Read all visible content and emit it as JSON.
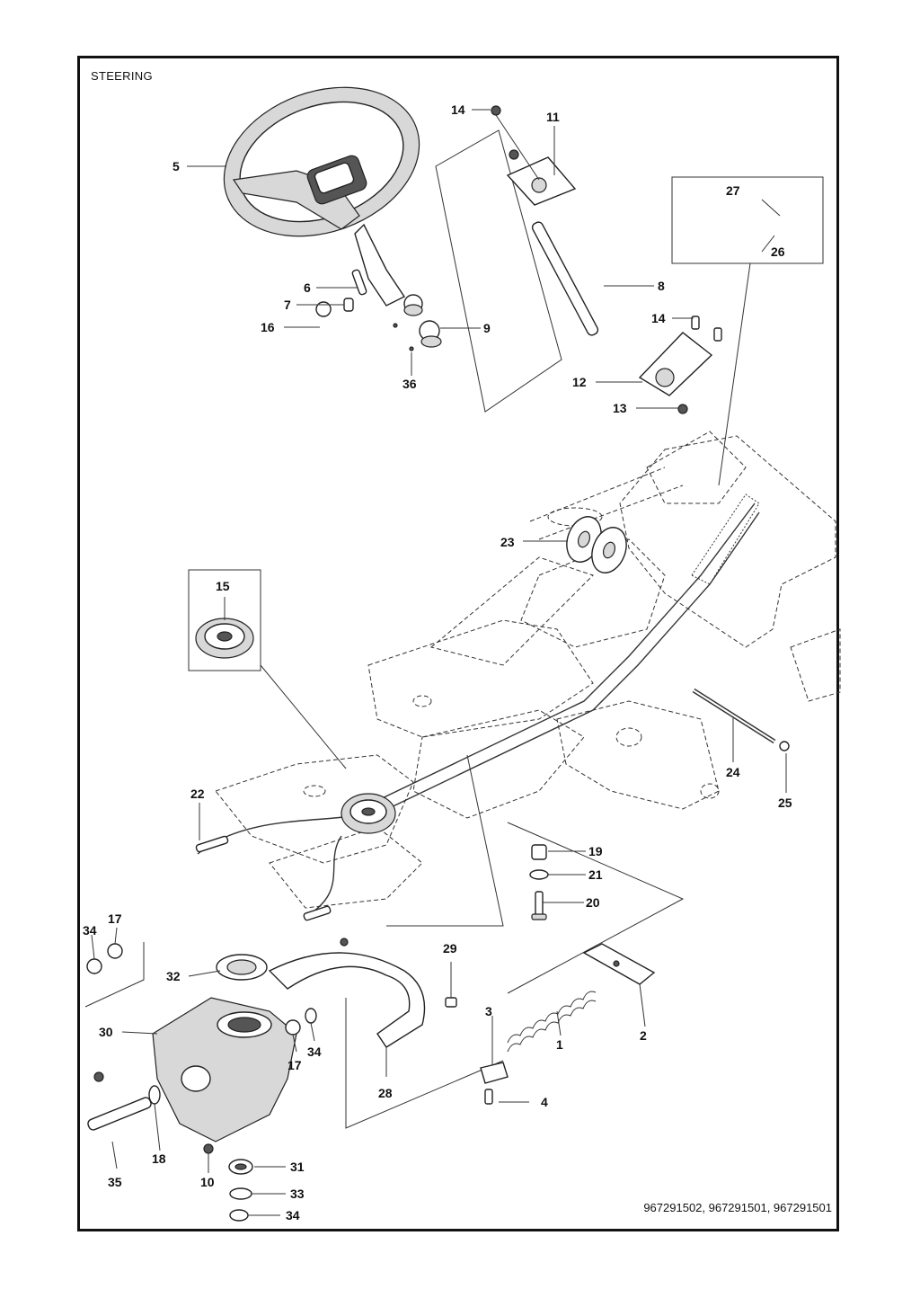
{
  "title": "STEERING",
  "part_numbers": "967291502, 967291501, 967291501",
  "callouts": {
    "c1": "1",
    "c2": "2",
    "c3": "3",
    "c4": "4",
    "c5": "5",
    "c6": "6",
    "c7": "7",
    "c8": "8",
    "c9": "9",
    "c10": "10",
    "c11": "11",
    "c12": "12",
    "c13": "13",
    "c14a": "14",
    "c14b": "14",
    "c15": "15",
    "c16": "16",
    "c17a": "17",
    "c17b": "17",
    "c18": "18",
    "c19": "19",
    "c20": "20",
    "c21": "21",
    "c22": "22",
    "c23": "23",
    "c24": "24",
    "c25": "25",
    "c26": "26",
    "c27": "27",
    "c28": "28",
    "c29": "29",
    "c30": "30",
    "c31": "31",
    "c32": "32",
    "c33": "33",
    "c34a": "34",
    "c34b": "34",
    "c34c": "34",
    "c35": "35",
    "c36": "36"
  }
}
